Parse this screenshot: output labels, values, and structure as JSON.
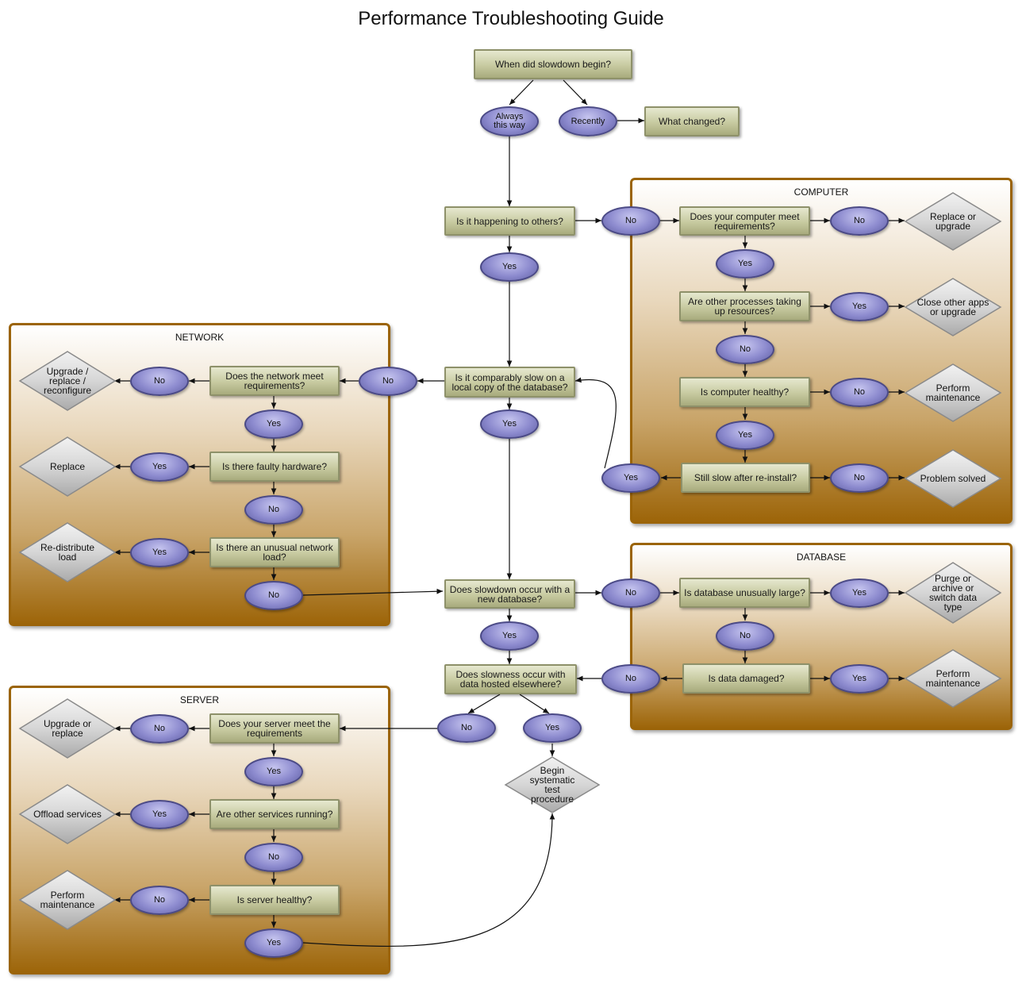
{
  "title": "Performance Troubleshooting Guide",
  "panels": {
    "computer": "COMPUTER",
    "network": "NETWORK",
    "database": "DATABASE",
    "server": "SERVER"
  },
  "main": {
    "q_begin": "When did slowdown begin?",
    "a_always": "Always this way",
    "a_recently": "Recently",
    "q_changed": "What changed?",
    "q_others": "Is it happening to others?",
    "a_others_no": "No",
    "a_others_yes": "Yes",
    "q_local": "Is it comparably slow on a local copy of the database?",
    "a_local_no": "No",
    "a_local_yes": "Yes",
    "q_newdb": "Does slowdown occur with a new database?",
    "a_newdb_no": "No",
    "a_newdb_yes": "Yes",
    "q_hosted": "Does slowness occur with data hosted elsewhere?",
    "a_hosted_no": "No",
    "a_hosted_yes": "Yes",
    "end_systematic": "Begin systematic test procedure"
  },
  "computer": {
    "q_req": "Does your computer meet requirements?",
    "a_req_no": "No",
    "end_replace": "Replace or upgrade",
    "a_req_yes": "Yes",
    "q_proc": "Are other processes taking up resources?",
    "a_proc_yes": "Yes",
    "end_close": "Close other apps or upgrade",
    "a_proc_no": "No",
    "q_healthy": "Is computer healthy?",
    "a_healthy_no": "No",
    "end_maint": "Perform maintenance",
    "a_healthy_yes": "Yes",
    "q_reinstall": "Still slow after re-install?",
    "a_reinstall_no": "No",
    "end_solved": "Problem solved",
    "a_reinstall_yes": "Yes"
  },
  "network": {
    "q_req": "Does the network meet requirements?",
    "a_req_no": "No",
    "end_upgrade": "Upgrade / replace / reconfigure",
    "a_req_yes": "Yes",
    "q_hw": "Is there faulty hardware?",
    "a_hw_yes": "Yes",
    "end_replace": "Replace",
    "a_hw_no": "No",
    "q_load": "Is there an unusual network load?",
    "a_load_yes": "Yes",
    "end_redist": "Re-distribute load",
    "a_load_no": "No"
  },
  "database": {
    "q_large": "Is database unusually large?",
    "a_large_yes": "Yes",
    "end_purge": "Purge or archive or switch data type",
    "a_large_no": "No",
    "q_damaged": "Is data damaged?",
    "a_damaged_yes": "Yes",
    "end_maint": "Perform maintenance",
    "a_damaged_no": "No"
  },
  "server": {
    "q_req": "Does your server meet the requirements",
    "a_req_no": "No",
    "end_upgrade": "Upgrade or replace",
    "a_req_yes": "Yes",
    "q_services": "Are other services running?",
    "a_services_yes": "Yes",
    "end_offload": "Offload services",
    "a_services_no": "No",
    "q_healthy": "Is server healthy?",
    "a_healthy_no": "No",
    "end_maint": "Perform maintenance",
    "a_healthy_yes": "Yes"
  }
}
